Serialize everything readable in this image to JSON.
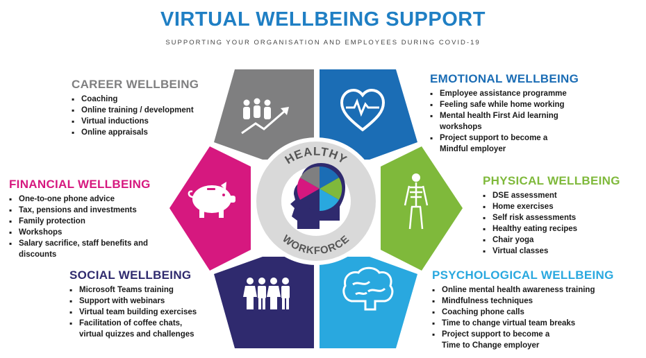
{
  "title": "VIRTUAL WELLBEING SUPPORT",
  "subtitle": "SUPPORTING YOUR ORGANISATION AND EMPLOYEES DURING COVID-19",
  "center": {
    "top_word": "HEALTHY",
    "bottom_word": "WORKFORCE"
  },
  "colors": {
    "career": "#7f7f80",
    "emotional": "#1b6db5",
    "physical": "#7fb93b",
    "psychological": "#29a8df",
    "social": "#2f2a6e",
    "financial": "#d6187f",
    "title": "#1f7fc4"
  },
  "icons": {
    "career": "people-growth-arrow-icon",
    "emotional": "heart-pulse-icon",
    "physical": "skeleton-icon",
    "psychological": "brain-icon",
    "social": "group-of-people-icon",
    "financial": "piggy-bank-icon"
  },
  "sections": {
    "career": {
      "heading": "CAREER WELLBEING",
      "items": [
        "Coaching",
        "Online training / development",
        "Virtual inductions",
        "Online appraisals"
      ]
    },
    "emotional": {
      "heading": "EMOTIONAL WELLBEING",
      "items": [
        "Employee assistance programme",
        "Feeling safe while home working",
        "Mental health First Aid learning",
        "workshops",
        "Project support to become a",
        "Mindful employer"
      ]
    },
    "physical": {
      "heading": "PHYSICAL WELLBEING",
      "items": [
        "DSE assessment",
        "Home exercises",
        "Self risk assessments",
        "Healthy eating recipes",
        "Chair yoga",
        "Virtual classes"
      ]
    },
    "psychological": {
      "heading": "PSYCHOLOGICAL WELLBEING",
      "items": [
        "Online mental health awareness training",
        "Mindfulness techniques",
        "Coaching phone calls",
        "Time to change virtual team breaks",
        "Project support to become a",
        "Time to Change employer"
      ]
    },
    "social": {
      "heading": "SOCIAL WELLBEING",
      "items": [
        "Microsoft Teams training",
        "Support with webinars",
        "Virtual team building exercises",
        "Facilitation of coffee chats,",
        "virtual quizzes and challenges"
      ]
    },
    "financial": {
      "heading": "FINANCIAL WELLBEING",
      "items": [
        "One-to-one phone advice",
        "Tax, pensions and investments",
        "Family protection",
        "Workshops",
        "Salary sacrifice, staff benefits and",
        "discounts"
      ]
    }
  }
}
